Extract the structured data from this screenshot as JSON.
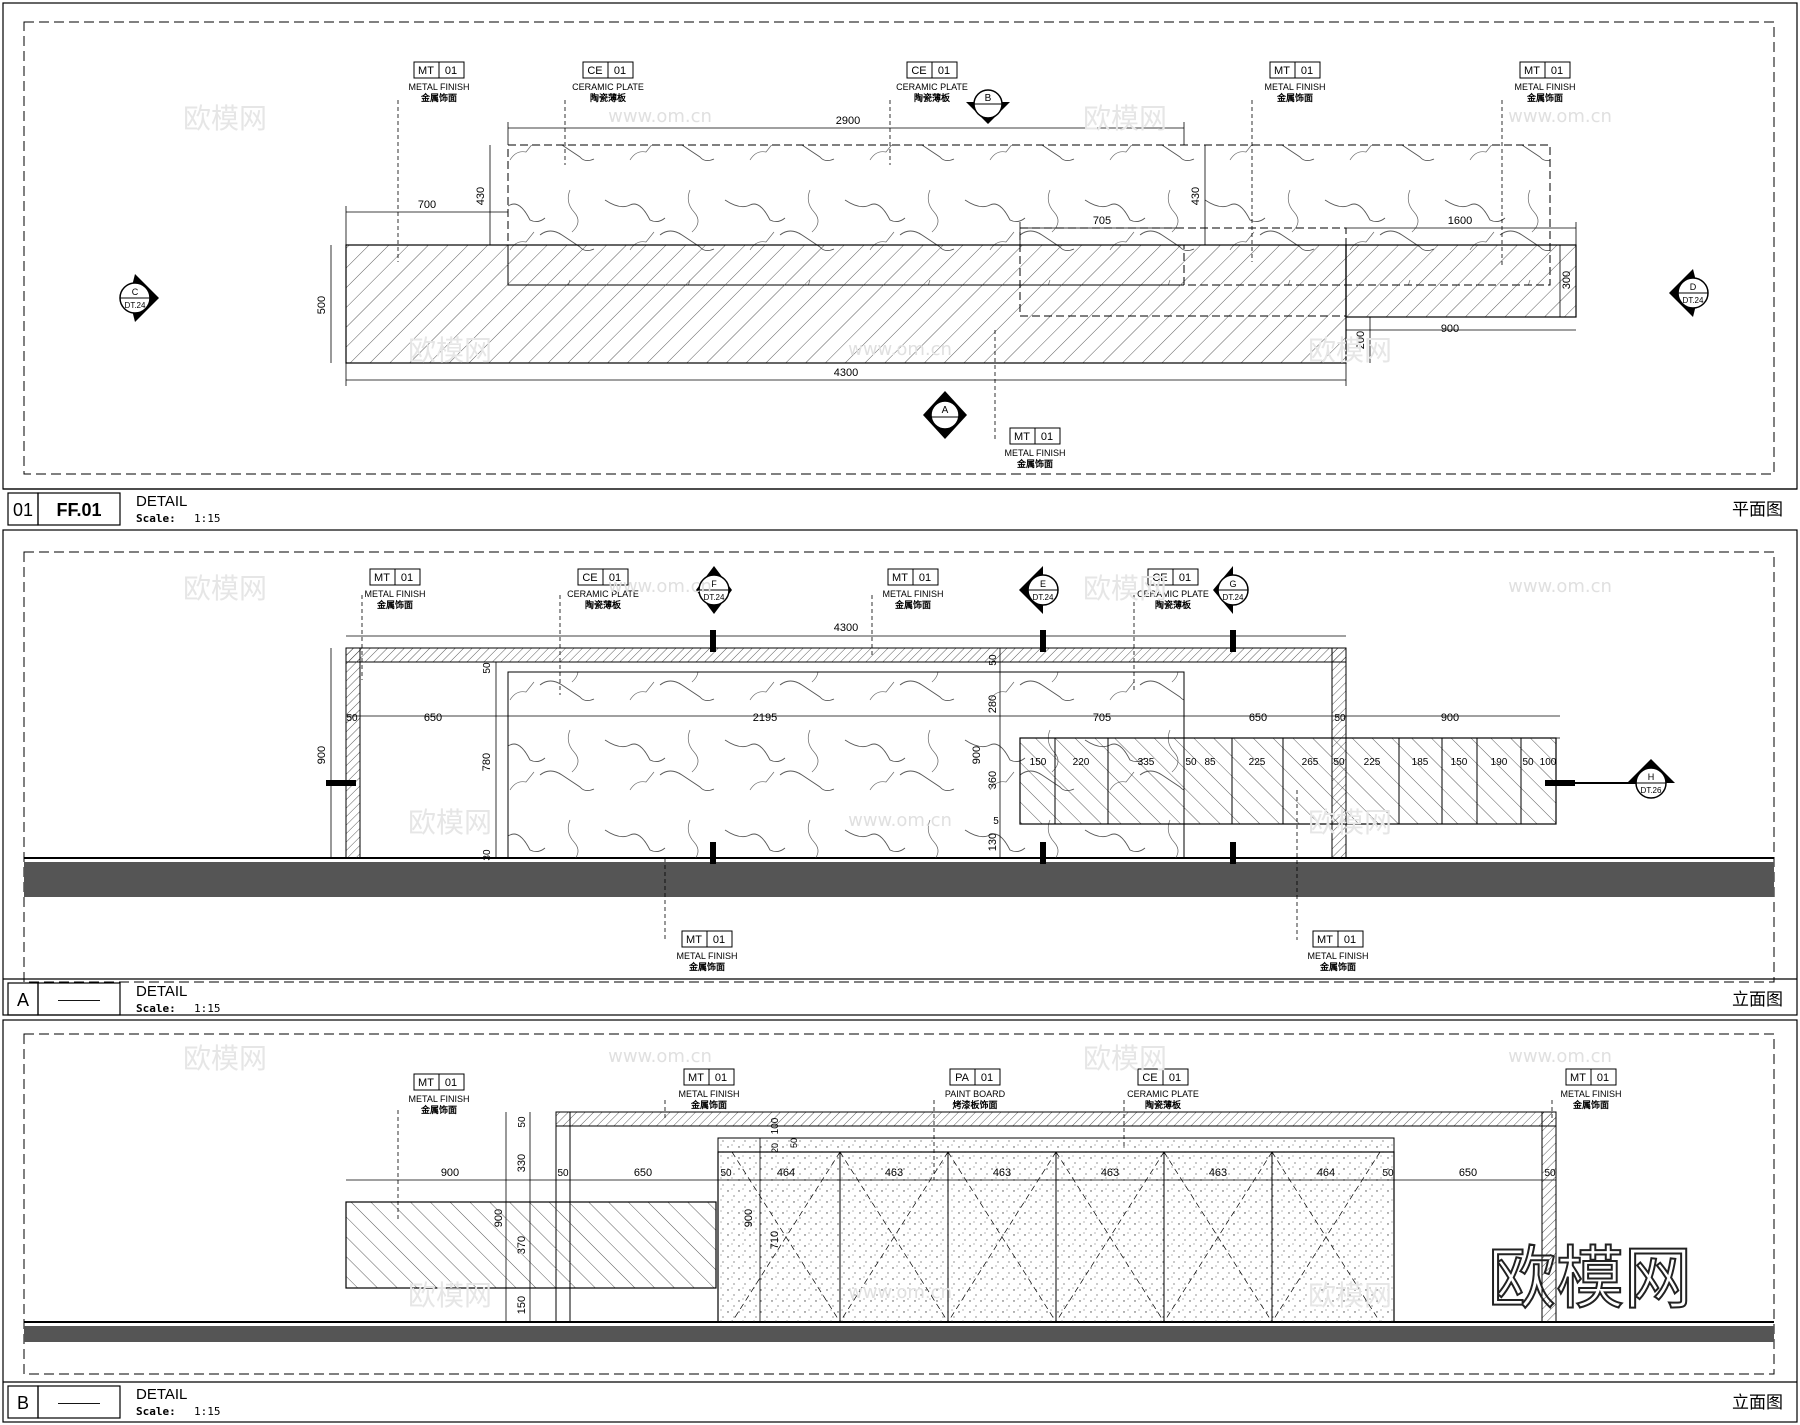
{
  "finish_codes": {
    "mt": {
      "code": "MT",
      "num": "01",
      "en": "METAL FINISH",
      "cn": "金属饰面"
    },
    "ce": {
      "code": "CE",
      "num": "01",
      "en": "CERAMIC PLATE",
      "cn": "陶瓷薄板"
    },
    "pa": {
      "code": "PA",
      "num": "01",
      "en": "PAINT BOARD",
      "cn": "烤漆板饰面"
    }
  },
  "panels": [
    {
      "id_left": "01",
      "id_right": "FF.01",
      "detail": "DETAIL",
      "scale_label": "Scale:",
      "scale_value": "1:15",
      "view": "平面图"
    },
    {
      "id_left": "A",
      "id_right": "———",
      "detail": "DETAIL",
      "scale_label": "Scale:",
      "scale_value": "1:15",
      "view": "立面图"
    },
    {
      "id_left": "B",
      "id_right": "———",
      "detail": "DETAIL",
      "scale_label": "Scale:",
      "scale_value": "1:15",
      "view": "立面图"
    }
  ],
  "section_markers": {
    "A": {
      "letter": "A",
      "ref": ""
    },
    "B": {
      "letter": "B",
      "ref": ""
    },
    "C": {
      "letter": "C",
      "ref": "DT.24"
    },
    "D": {
      "letter": "D",
      "ref": "DT.24"
    },
    "E": {
      "letter": "E",
      "ref": "DT.24"
    },
    "F": {
      "letter": "F",
      "ref": "DT.24"
    },
    "G": {
      "letter": "G",
      "ref": "DT.24"
    },
    "H": {
      "letter": "H",
      "ref": "DT.26"
    }
  },
  "plan_dims": {
    "d2900": "2900",
    "d430a": "430",
    "d430b": "430",
    "d700": "700",
    "d705": "705",
    "d1600": "1600",
    "d500": "500",
    "d300": "300",
    "d200": "200",
    "d900": "900",
    "d4300": "4300"
  },
  "elevA_dims": {
    "d4300": "4300",
    "d900": "900",
    "d50a": "50",
    "d650": "650",
    "d2195": "2195",
    "d50b": "50",
    "d780": "780",
    "d30": "30",
    "d280": "280",
    "d900b": "900",
    "d360": "360",
    "d130": "130",
    "d5": "5",
    "d50c": "50",
    "d705": "705",
    "d650b": "650",
    "d50d": "50",
    "d900c": "900",
    "segs": [
      "150",
      "220",
      "335",
      "50",
      "85",
      "225",
      "265",
      "50",
      "225",
      "185",
      "150",
      "190",
      "50",
      "100"
    ]
  },
  "elevB_dims": {
    "d50a": "50",
    "d330": "330",
    "d900": "900",
    "d370": "370",
    "d150": "150",
    "d900w": "900",
    "d50b": "50",
    "d650a": "650",
    "d50c": "50",
    "d464a": "464",
    "d463a": "463",
    "d463b": "463",
    "d463c": "463",
    "d463d": "463",
    "d464b": "464",
    "d50d": "50",
    "d650b": "650",
    "d50e": "50",
    "d100": "100",
    "d50f": "50",
    "d20": "20",
    "d710": "710",
    "d900b": "900"
  },
  "watermarks": {
    "cn": "欧模网",
    "url": "www.om.cn",
    "big": "欧模网"
  },
  "colors": {
    "line": "#000000",
    "ground": "#555555",
    "hatch": "#333333"
  }
}
